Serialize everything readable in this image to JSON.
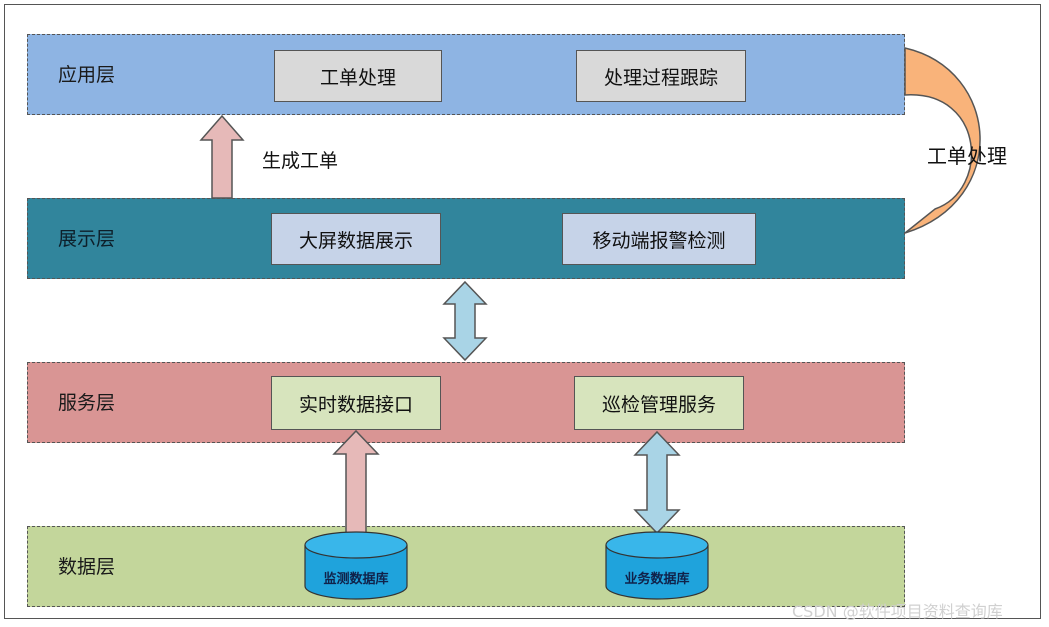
{
  "layers": {
    "app": {
      "label": "应用层",
      "color": "#8eb4e3",
      "boxes": [
        "工单处理",
        "处理过程跟踪"
      ],
      "box_color": "#d9d9d9"
    },
    "display": {
      "label": "展示层",
      "color": "#31859c",
      "boxes": [
        "大屏数据展示",
        "移动端报警检测"
      ],
      "box_color": "#c6d3e8"
    },
    "service": {
      "label": "服务层",
      "color": "#d99594",
      "boxes": [
        "实时数据接口",
        "巡检管理服务"
      ],
      "box_color": "#d7e4bd"
    },
    "data": {
      "label": "数据层",
      "color": "#c3d69b",
      "databases": [
        "监测数据库",
        "业务数据库"
      ],
      "db_color": "#1fa3dc"
    }
  },
  "annotations": {
    "generate": "生成工单",
    "side": "工单处理"
  },
  "colors": {
    "arrow_pink": "#e6b9b8",
    "arrow_blue": "#a9d4e6",
    "curve_orange": "#f9b37a"
  },
  "watermark": "CSDN @软件项目资料查询库"
}
